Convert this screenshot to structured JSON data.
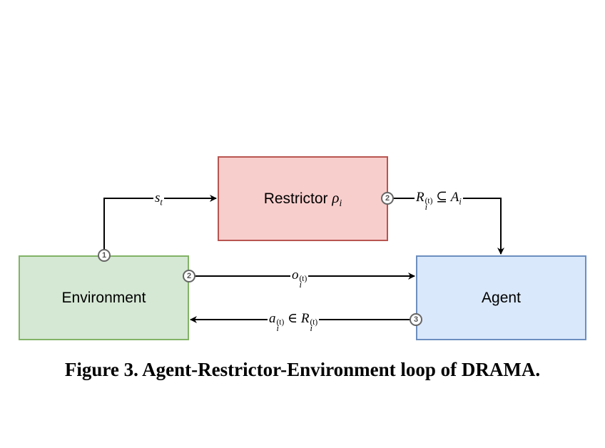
{
  "nodes": {
    "environment": {
      "label": "Environment",
      "fill": "#d5e8d4",
      "stroke": "#82b366"
    },
    "restrictor": {
      "label": "Restrictor",
      "symbol": "ρ",
      "symbol_sub": "i",
      "fill": "#f8cecc",
      "stroke": "#b85450"
    },
    "agent": {
      "label": "Agent",
      "fill": "#dae8fc",
      "stroke": "#6c8ebf"
    }
  },
  "edges": {
    "state": {
      "var": "s",
      "sub": "t",
      "from": "environment",
      "to": "restrictor"
    },
    "restricted_set": {
      "var": "R",
      "sup": "(t)",
      "sub": "i",
      "relation": "⊆",
      "set": "A",
      "set_sub": "i",
      "from": "restrictor",
      "to": "agent"
    },
    "observation": {
      "var": "o",
      "sup": "(t)",
      "sub": "i",
      "from": "environment",
      "to": "agent"
    },
    "action": {
      "var": "a",
      "sup": "(t)",
      "sub": "i",
      "relation": "∈",
      "set": "R",
      "set_sup": "(t)",
      "set_sub": "i",
      "from": "agent",
      "to": "environment"
    }
  },
  "badges": {
    "env_top": "1",
    "env_right": "2",
    "restrictor_right": "2",
    "agent_left": "3"
  },
  "caption": "Figure 3. Agent-Restrictor-Environment loop of DRAMA."
}
